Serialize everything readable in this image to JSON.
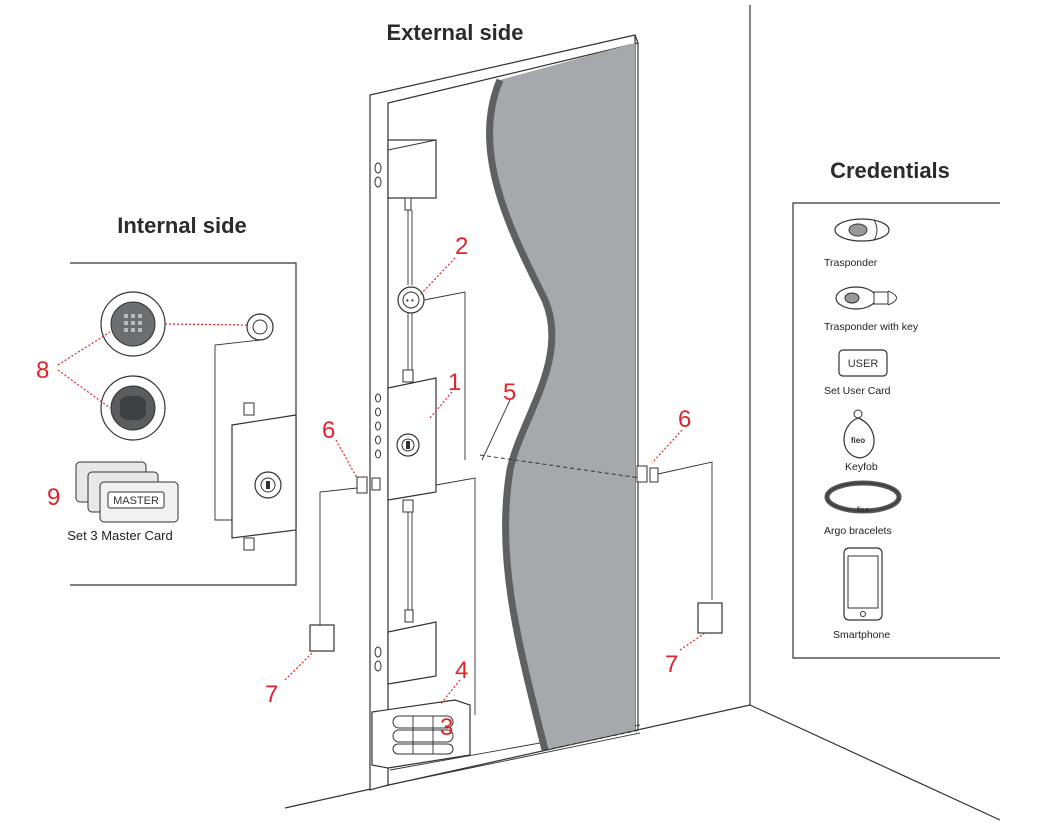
{
  "headings": {
    "external": "External side",
    "internal": "Internal side",
    "credentials": "Credentials"
  },
  "callouts": {
    "n1": "1",
    "n2": "2",
    "n3": "3",
    "n4": "4",
    "n5": "5",
    "n6_left": "6",
    "n6_right": "6",
    "n7_left": "7",
    "n7_right": "7",
    "n8": "8",
    "n9": "9"
  },
  "internal_panel": {
    "card_label": "MASTER",
    "caption": "Set 3 Master Card"
  },
  "credentials": {
    "items": [
      {
        "label": "Trasponder",
        "icon": "transponder-icon"
      },
      {
        "label": "Trasponder with key",
        "icon": "transponder-key-icon"
      },
      {
        "label": "Set User Card",
        "icon": "user-card-icon",
        "card_text": "USER"
      },
      {
        "label": "Keyfob",
        "icon": "keyfob-icon",
        "brand": "fieo"
      },
      {
        "label": "Argo bracelets",
        "icon": "bracelet-icon",
        "brand": "fieo"
      },
      {
        "label": "Smartphone",
        "icon": "smartphone-icon"
      }
    ]
  },
  "colors": {
    "callout": "#e0242a",
    "door_panel": "#a6a8ab",
    "door_edge": "#5f6062",
    "line": "#333333"
  }
}
